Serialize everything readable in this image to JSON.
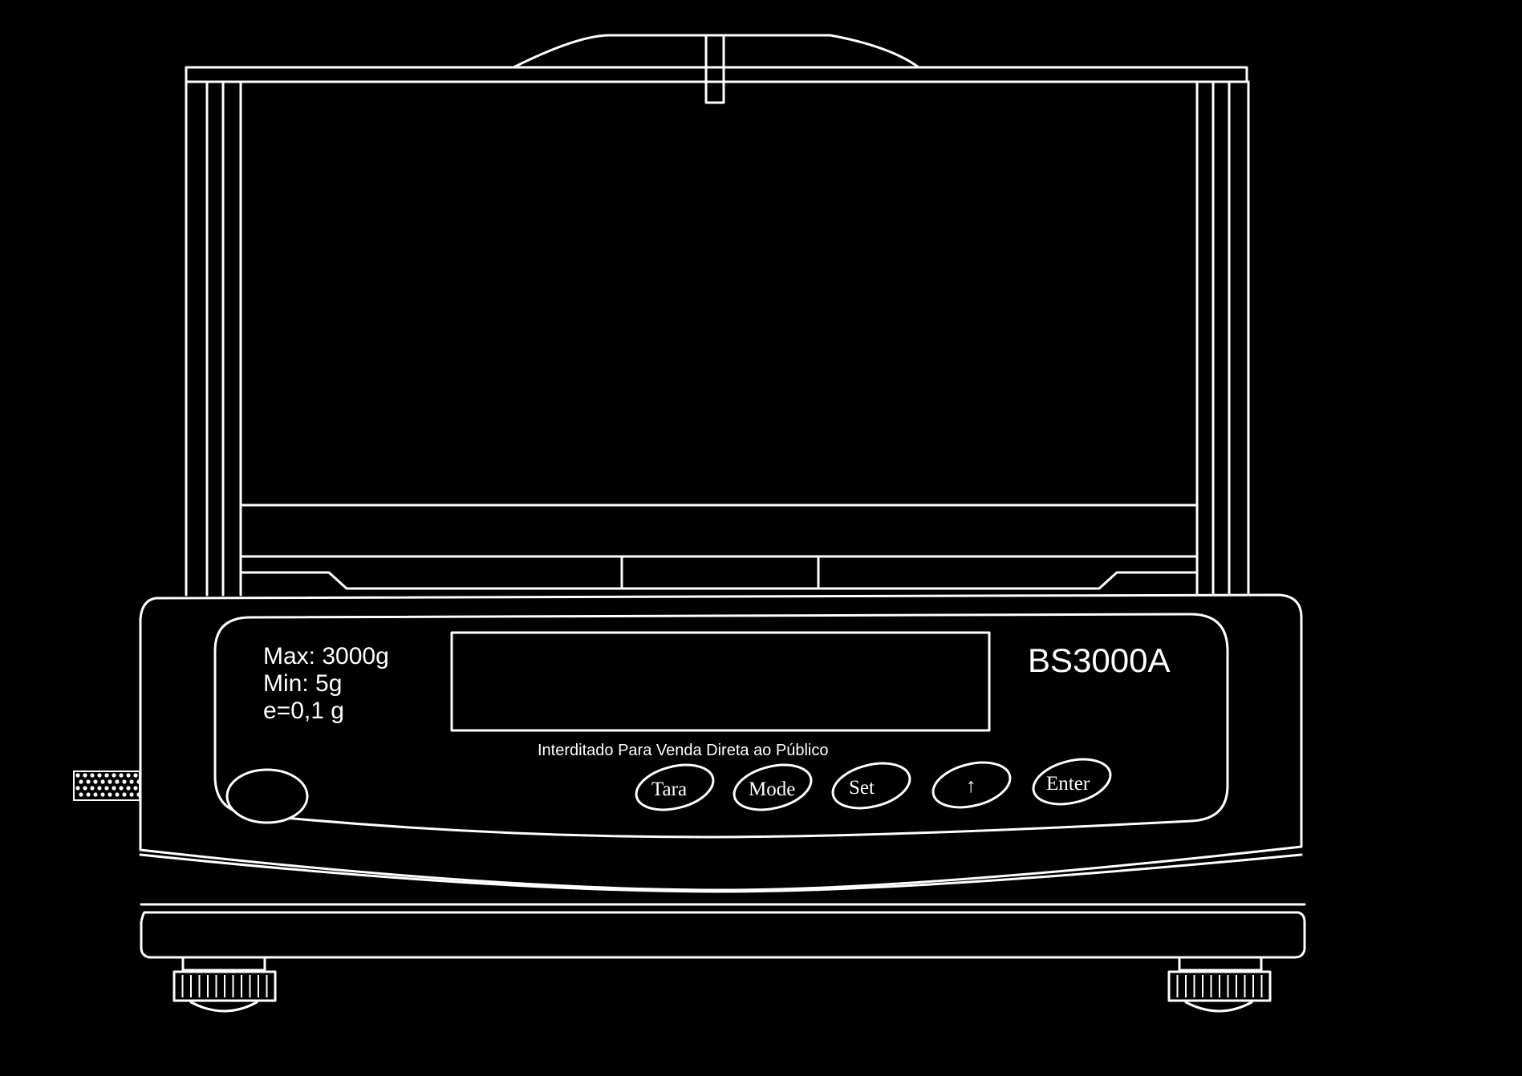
{
  "specs": {
    "max": "Max: 3000g",
    "min": "Min: 5g",
    "e": "e=0,1 g"
  },
  "model": "BS3000A",
  "notice": "Interditado Para Venda Direta ao Público",
  "display": {
    "value": ""
  },
  "keys": [
    "Tara",
    "Mode",
    "Set",
    "↑",
    "Enter"
  ],
  "colors": {
    "background": "#000000",
    "line": "#ffffff"
  }
}
